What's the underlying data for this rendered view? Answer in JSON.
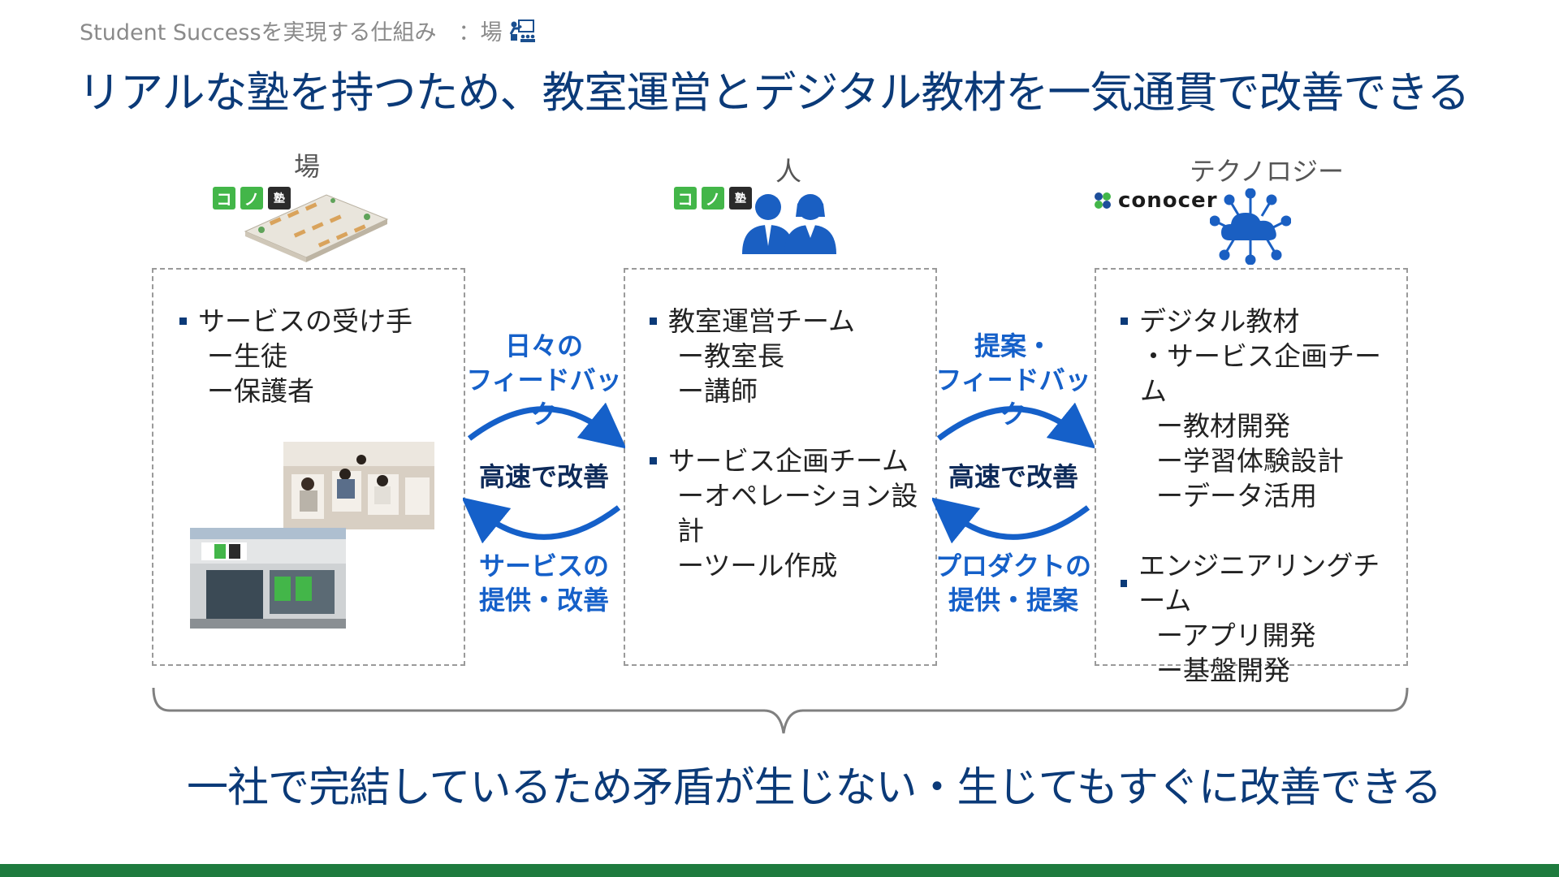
{
  "header": {
    "breadcrumb": "Student Successを実現する仕組み　：場",
    "breadcrumb_icon": "classroom-teacher-icon",
    "title": "リアルな塾を持つため、教室運営とデジタル教材を一気通貫で改善できる"
  },
  "columns": {
    "place": {
      "heading": "場",
      "logo": [
        "コ",
        "ノ",
        "塾"
      ],
      "items": [
        {
          "type": "bullet",
          "text": "サービスの受け手"
        },
        {
          "type": "sub",
          "text": "ー生徒"
        },
        {
          "type": "sub",
          "text": "ー保護者"
        }
      ]
    },
    "people": {
      "heading": "人",
      "logo": [
        "コ",
        "ノ",
        "塾"
      ],
      "items": [
        {
          "type": "bullet",
          "text": "教室運営チーム"
        },
        {
          "type": "sub",
          "text": "ー教室長"
        },
        {
          "type": "sub",
          "text": "ー講師"
        },
        {
          "type": "gap",
          "text": ""
        },
        {
          "type": "bullet",
          "text": "サービス企画チーム"
        },
        {
          "type": "sub",
          "text": "ーオペレーション設計"
        },
        {
          "type": "sub",
          "text": "ーツール作成"
        }
      ]
    },
    "tech": {
      "heading": "テクノロジー",
      "logo_text": "conocer",
      "items": [
        {
          "type": "bullet",
          "text": "デジタル教材"
        },
        {
          "type": "sub",
          "text": "・サービス企画チーム"
        },
        {
          "type": "sub2",
          "text": "ー教材開発"
        },
        {
          "type": "sub2",
          "text": "ー学習体験設計"
        },
        {
          "type": "sub2",
          "text": "ーデータ活用"
        },
        {
          "type": "gap",
          "text": ""
        },
        {
          "type": "bullet",
          "text": "エンジニアリングチーム"
        },
        {
          "type": "sub2",
          "text": "ーアプリ開発"
        },
        {
          "type": "sub2",
          "text": "ー基盤開発"
        }
      ]
    }
  },
  "flows": {
    "left": {
      "top_label": [
        "日々の",
        "フィードバック"
      ],
      "middle_label": "高速で改善",
      "bottom_label": [
        "サービスの",
        "提供・改善"
      ]
    },
    "right": {
      "top_label": [
        "提案・",
        "フィードバック"
      ],
      "middle_label": "高速で改善",
      "bottom_label": [
        "プロダクトの",
        "提供・提案"
      ]
    }
  },
  "conclusion": "一社で完結しているため矛盾が生じない・生じてもすぐに改善できる",
  "colors": {
    "title": "#0b3a78",
    "accent_blue": "#1560c9",
    "footer_green": "#1e7b3e",
    "logo_green": "#43b649"
  }
}
